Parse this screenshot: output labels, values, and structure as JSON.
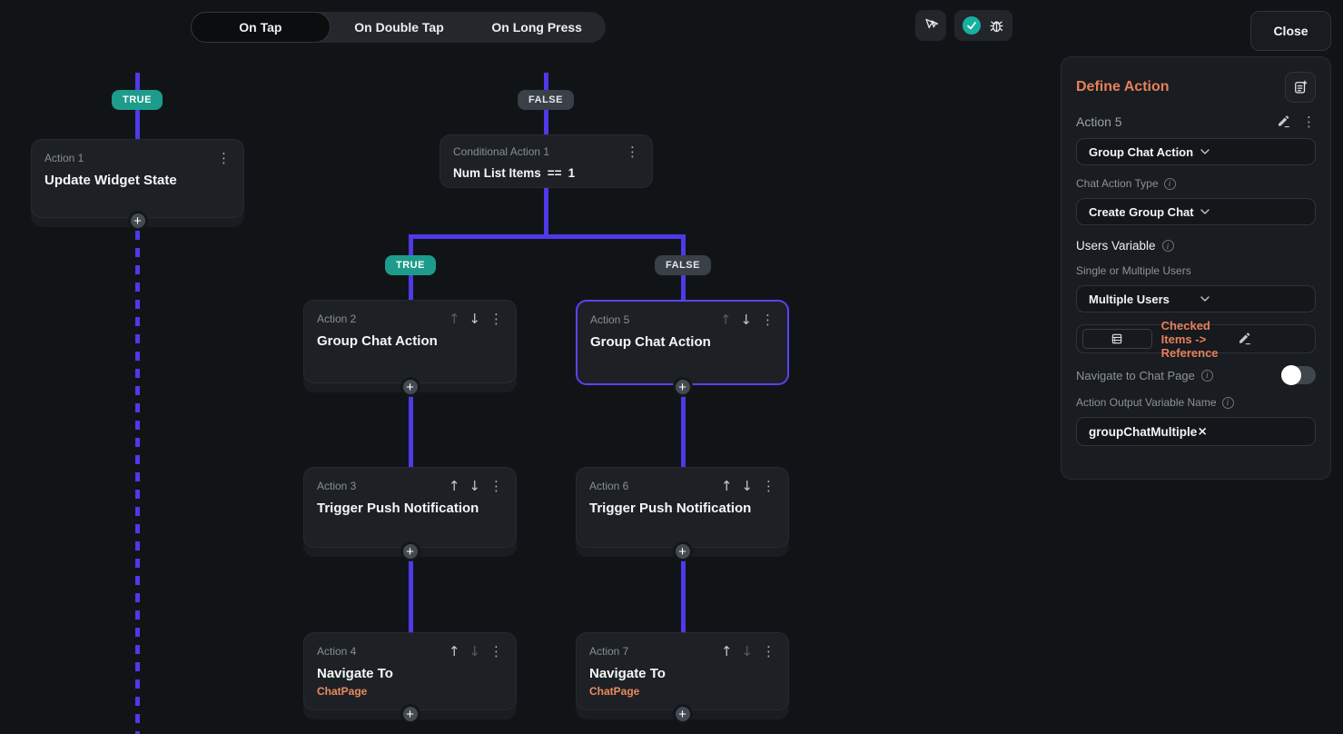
{
  "colors": {
    "accent_purple": "#4f39e8",
    "success_teal": "#1d9c8c",
    "accent_orange": "#e8805b"
  },
  "topbar": {
    "tabs": [
      {
        "label": "On Tap"
      },
      {
        "label": "On Double Tap"
      },
      {
        "label": "On Long Press"
      }
    ],
    "active_tab": "On Tap",
    "close_label": "Close"
  },
  "flow": {
    "badges": {
      "root_true": "TRUE",
      "root_false": "FALSE",
      "branch_true": "TRUE",
      "branch_false": "FALSE"
    },
    "conditional": {
      "label": "Conditional Action 1",
      "lhs": "Num List Items",
      "op": "==",
      "rhs": "1"
    },
    "nodes": {
      "a1": {
        "label": "Action 1",
        "title": "Update Widget State"
      },
      "a2": {
        "label": "Action 2",
        "title": "Group Chat Action"
      },
      "a5": {
        "label": "Action 5",
        "title": "Group Chat Action"
      },
      "a3": {
        "label": "Action 3",
        "title": "Trigger Push Notification"
      },
      "a6": {
        "label": "Action 6",
        "title": "Trigger Push Notification"
      },
      "a4": {
        "label": "Action 4",
        "title": "Navigate To",
        "subtitle": "ChatPage"
      },
      "a7": {
        "label": "Action 7",
        "title": "Navigate To",
        "subtitle": "ChatPage"
      }
    }
  },
  "panel": {
    "title": "Define Action",
    "action_label": "Action 5",
    "action_type_value": "Group Chat Action",
    "chat_action_type_label": "Chat Action Type",
    "chat_action_type_value": "Create Group Chat",
    "users_variable_label": "Users Variable",
    "single_or_multiple_label": "Single or Multiple Users",
    "single_or_multiple_value": "Multiple Users",
    "users_variable_value": "Checked Items -> Reference",
    "navigate_label": "Navigate to Chat Page",
    "navigate_enabled": false,
    "output_variable_label": "Action Output Variable Name",
    "output_variable_value": "groupChatMultiple"
  }
}
